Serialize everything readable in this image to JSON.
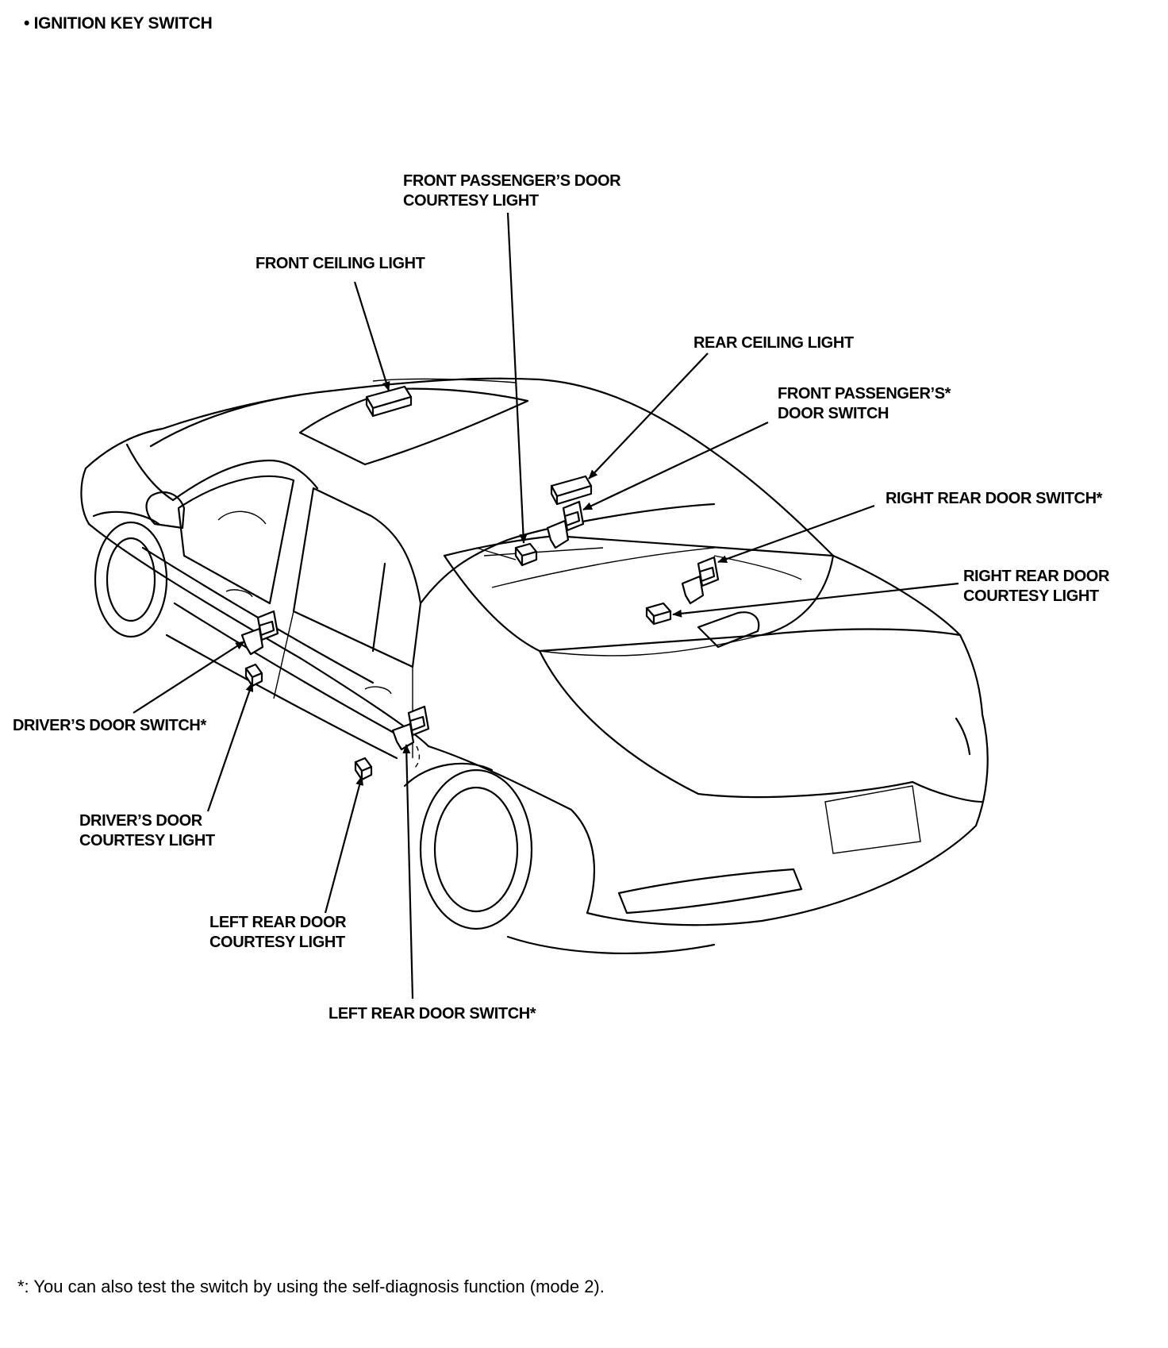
{
  "header": {
    "text": "• IGNITION KEY SWITCH"
  },
  "labels": {
    "front_passenger_door_courtesy_light": {
      "line1": "FRONT PASSENGER’S DOOR",
      "line2": "COURTESY LIGHT"
    },
    "front_ceiling_light": {
      "line1": "FRONT CEILING LIGHT"
    },
    "rear_ceiling_light": {
      "line1": "REAR CEILING LIGHT"
    },
    "front_passenger_door_switch": {
      "line1": "FRONT PASSENGER’S*",
      "line2": "DOOR SWITCH"
    },
    "right_rear_door_switch": {
      "line1": "RIGHT REAR DOOR SWITCH*"
    },
    "right_rear_door_courtesy_light": {
      "line1": "RIGHT REAR DOOR",
      "line2": "COURTESY LIGHT"
    },
    "drivers_door_switch": {
      "line1": "DRIVER’S DOOR SWITCH*"
    },
    "drivers_door_courtesy_light": {
      "line1": "DRIVER’S DOOR",
      "line2": "COURTESY LIGHT"
    },
    "left_rear_door_courtesy_light": {
      "line1": "LEFT REAR DOOR",
      "line2": "COURTESY LIGHT"
    },
    "left_rear_door_switch": {
      "line1": "LEFT REAR DOOR SWITCH*"
    }
  },
  "footnote": {
    "text": "*: You can also test the switch by using the self-diagnosis function (mode 2)."
  }
}
